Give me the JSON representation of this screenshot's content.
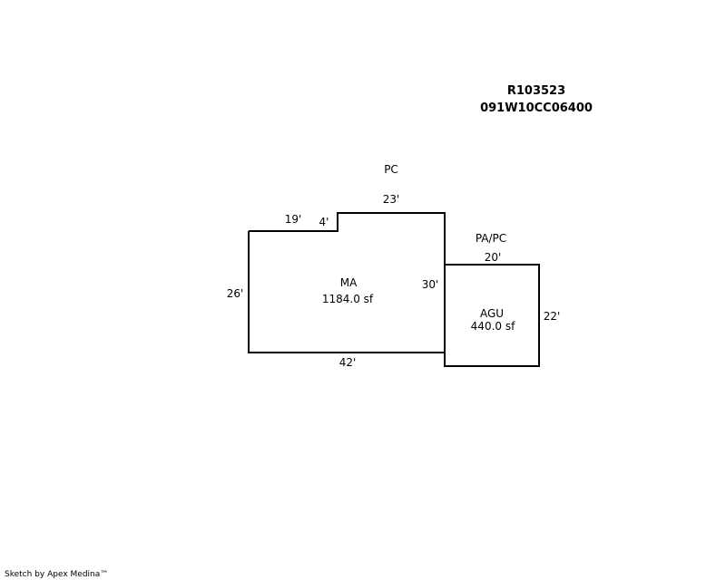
{
  "header": {
    "parcel_number": "R103523",
    "map_tax_lot": "091W10CC06400"
  },
  "sketch": {
    "main_area": {
      "code": "MA",
      "area": "1184.0 sf",
      "dims": {
        "top_left": "19'",
        "step": "4'",
        "top_right": "23'",
        "left": "26'",
        "right": "30'",
        "bottom": "42'"
      },
      "annotation": "PC"
    },
    "garage": {
      "code": "AGU",
      "area": "440.0 sf",
      "dims": {
        "top": "20'",
        "right": "22'"
      },
      "annotation": "PA/PC"
    }
  },
  "footer": {
    "credit": "Sketch by Apex Medina™"
  }
}
